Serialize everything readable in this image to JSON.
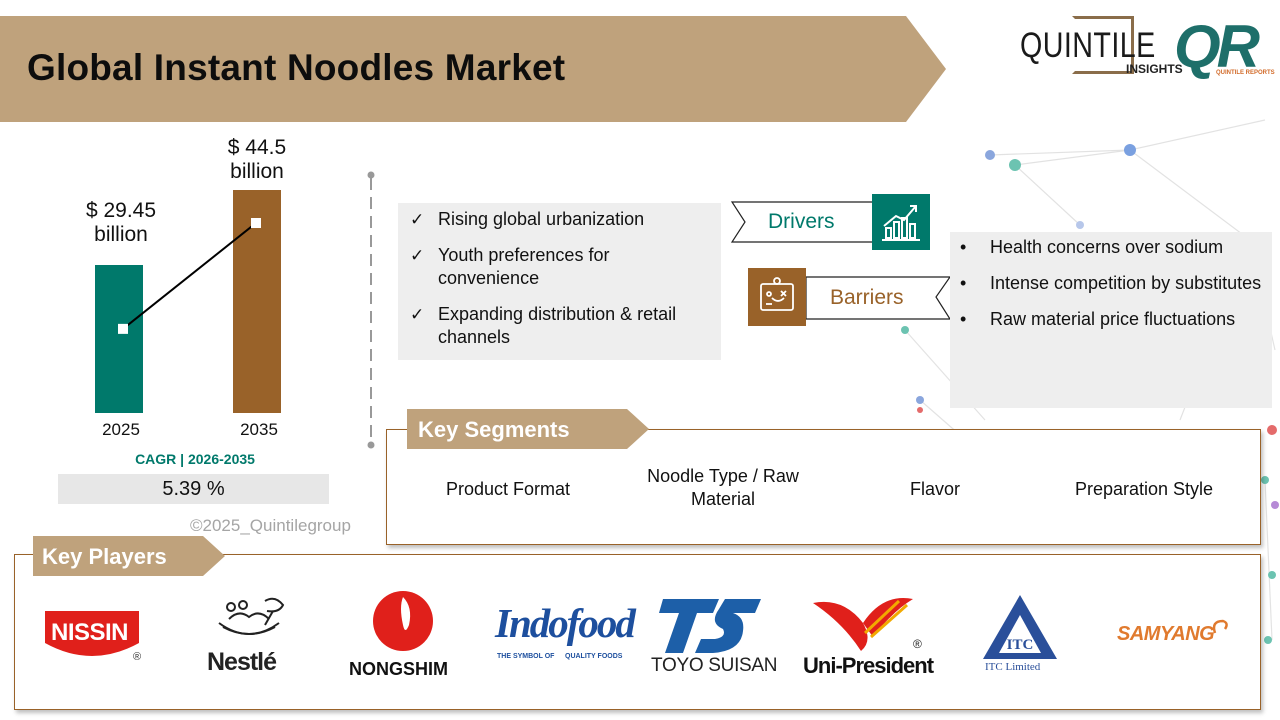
{
  "title": "Global Instant Noodles Market",
  "logo": {
    "word": "QUINTILE",
    "sub": "INSIGHTS",
    "mark": "QR",
    "mark_sub": "QUINTILE REPORTS"
  },
  "market_size": {
    "start_value": "$ 29.45 billion",
    "end_value": "$ 44.5 billion",
    "start_year": "2025",
    "end_year": "2035",
    "cagr_label": "CAGR | 2026-2035",
    "cagr_value": "5.39 %"
  },
  "chart_data": {
    "type": "bar",
    "categories": [
      "2025",
      "2035"
    ],
    "values": [
      29.45,
      44.5
    ],
    "title": "",
    "xlabel": "",
    "ylabel": "",
    "unit": "billion",
    "trend_line": true
  },
  "copyright": "©2025_Quintilegroup",
  "drivers": {
    "label": "Drivers",
    "items": [
      "Rising global urbanization",
      "Youth preferences for convenience",
      "Expanding distribution & retail channels"
    ]
  },
  "barriers": {
    "label": "Barriers",
    "items": [
      "Health concerns over sodium",
      "Intense competition by substitutes",
      "Raw material price fluctuations"
    ]
  },
  "segments": {
    "title": "Key Segments",
    "items": [
      "Product Format",
      "Noodle Type / Raw Material",
      "Flavor",
      "Preparation Style"
    ]
  },
  "players": {
    "title": "Key Players",
    "items": [
      {
        "name": "NISSIN",
        "mark": "®"
      },
      {
        "name": "Nestlé"
      },
      {
        "name": "NONGSHIM"
      },
      {
        "name": "Indofood",
        "tag1": "THE SYMBOL OF",
        "tag2": "QUALITY FOODS"
      },
      {
        "name": "TOYO SUISAN"
      },
      {
        "name": "Uni-President",
        "mark": "®"
      },
      {
        "name": "ITC Limited"
      },
      {
        "name": "SAMYANG"
      }
    ]
  },
  "colors": {
    "teal": "#00796b",
    "brown": "#996229",
    "banner": "#bfa27c"
  }
}
